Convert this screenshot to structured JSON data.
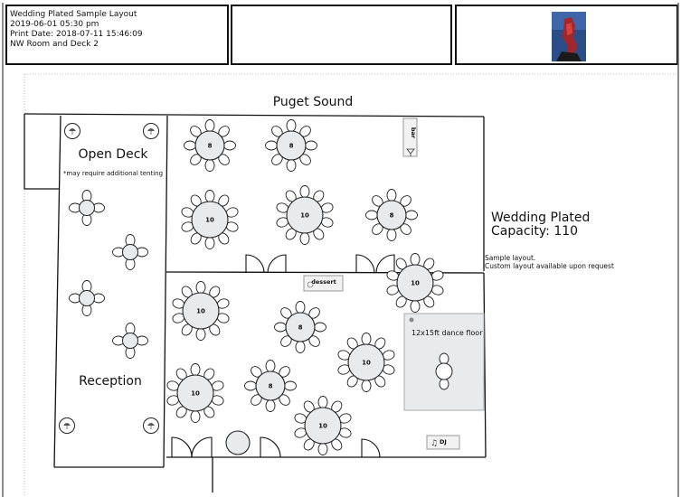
{
  "header": {
    "lines": [
      "Wedding Plated Sample Layout",
      "2019-06-01 05:30 pm",
      "Print Date: 2018-07-11 15:46:09",
      "NW Room and Deck 2"
    ],
    "thumbnail": "venue-photo"
  },
  "plan": {
    "title": "Puget Sound",
    "open_deck": "Open Deck",
    "tenting_note": "*may require additional tenting",
    "reception": "Reception",
    "bar": "bar",
    "dessert": "dessert",
    "dance_floor": "12x15ft dance floor",
    "dj": "DJ",
    "info_title": "Wedding Plated",
    "capacity": "Capacity: 110",
    "note1": "Sample layout.",
    "note2": "Custom layout available upon request"
  },
  "tables": [
    {
      "seats": "8"
    },
    {
      "seats": "8"
    },
    {
      "seats": "10"
    },
    {
      "seats": "10"
    },
    {
      "seats": "8"
    },
    {
      "seats": "10"
    },
    {
      "seats": "10"
    },
    {
      "seats": "8"
    },
    {
      "seats": "10"
    },
    {
      "seats": "10"
    },
    {
      "seats": "8"
    },
    {
      "seats": "10"
    }
  ],
  "colors": {
    "table_fill": "#e8ebee",
    "wall": "#111111",
    "chair": "#ffffff"
  }
}
